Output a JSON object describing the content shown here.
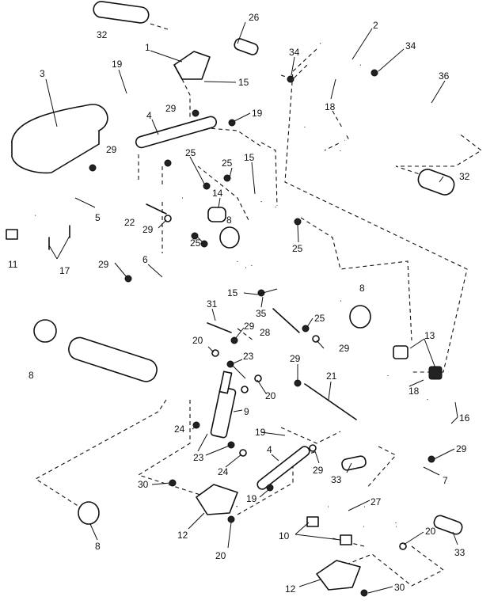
{
  "callouts": [
    {
      "id": "c32a",
      "text": "32"
    },
    {
      "id": "c26a",
      "text": "26"
    },
    {
      "id": "c2",
      "text": "2"
    },
    {
      "id": "c34a",
      "text": "34"
    },
    {
      "id": "c34b",
      "text": "34"
    },
    {
      "id": "c36",
      "text": "36"
    },
    {
      "id": "c1",
      "text": "1"
    },
    {
      "id": "c3",
      "text": "3"
    },
    {
      "id": "c19a",
      "text": "19"
    },
    {
      "id": "c15a",
      "text": "15"
    },
    {
      "id": "c18a",
      "text": "18"
    },
    {
      "id": "c4a",
      "text": "4"
    },
    {
      "id": "c29a",
      "text": "29"
    },
    {
      "id": "c19b",
      "text": "19"
    },
    {
      "id": "c29b",
      "text": "29"
    },
    {
      "id": "c25a",
      "text": "25"
    },
    {
      "id": "c25b",
      "text": "25"
    },
    {
      "id": "c15b",
      "text": "15"
    },
    {
      "id": "c32b",
      "text": "32"
    },
    {
      "id": "c5",
      "text": "5"
    },
    {
      "id": "c14",
      "text": "14"
    },
    {
      "id": "c22",
      "text": "22"
    },
    {
      "id": "c29c",
      "text": "29"
    },
    {
      "id": "c8a",
      "text": "8"
    },
    {
      "id": "c25c",
      "text": "25"
    },
    {
      "id": "c25d",
      "text": "25"
    },
    {
      "id": "c11",
      "text": "11"
    },
    {
      "id": "c17",
      "text": "17"
    },
    {
      "id": "c29d",
      "text": "29"
    },
    {
      "id": "c6",
      "text": "6"
    },
    {
      "id": "c15c",
      "text": "15"
    },
    {
      "id": "c8b",
      "text": "8"
    },
    {
      "id": "c35",
      "text": "35"
    },
    {
      "id": "c31",
      "text": "31"
    },
    {
      "id": "c29e",
      "text": "29"
    },
    {
      "id": "c28",
      "text": "28"
    },
    {
      "id": "c25e",
      "text": "25"
    },
    {
      "id": "c29f",
      "text": "29"
    },
    {
      "id": "c20a",
      "text": "20"
    },
    {
      "id": "c23a",
      "text": "23"
    },
    {
      "id": "c8c",
      "text": "8"
    },
    {
      "id": "c13",
      "text": "13"
    },
    {
      "id": "c29g",
      "text": "29"
    },
    {
      "id": "c20b",
      "text": "20"
    },
    {
      "id": "c21",
      "text": "21"
    },
    {
      "id": "c18b",
      "text": "18"
    },
    {
      "id": "c9",
      "text": "9"
    },
    {
      "id": "c16",
      "text": "16"
    },
    {
      "id": "c24a",
      "text": "24"
    },
    {
      "id": "c23b",
      "text": "23"
    },
    {
      "id": "c19c",
      "text": "19"
    },
    {
      "id": "c24b",
      "text": "24"
    },
    {
      "id": "c4b",
      "text": "4"
    },
    {
      "id": "c29h",
      "text": "29"
    },
    {
      "id": "c29i",
      "text": "29"
    },
    {
      "id": "c30a",
      "text": "30"
    },
    {
      "id": "c33a",
      "text": "33"
    },
    {
      "id": "c7",
      "text": "7"
    },
    {
      "id": "c19d",
      "text": "19"
    },
    {
      "id": "c27",
      "text": "27"
    },
    {
      "id": "c12a",
      "text": "12"
    },
    {
      "id": "c20c",
      "text": "20"
    },
    {
      "id": "c10",
      "text": "10"
    },
    {
      "id": "c20d",
      "text": "20"
    },
    {
      "id": "c33b",
      "text": "33"
    },
    {
      "id": "c8d",
      "text": "8"
    },
    {
      "id": "c12b",
      "text": "12"
    },
    {
      "id": "c30b",
      "text": "30"
    }
  ]
}
